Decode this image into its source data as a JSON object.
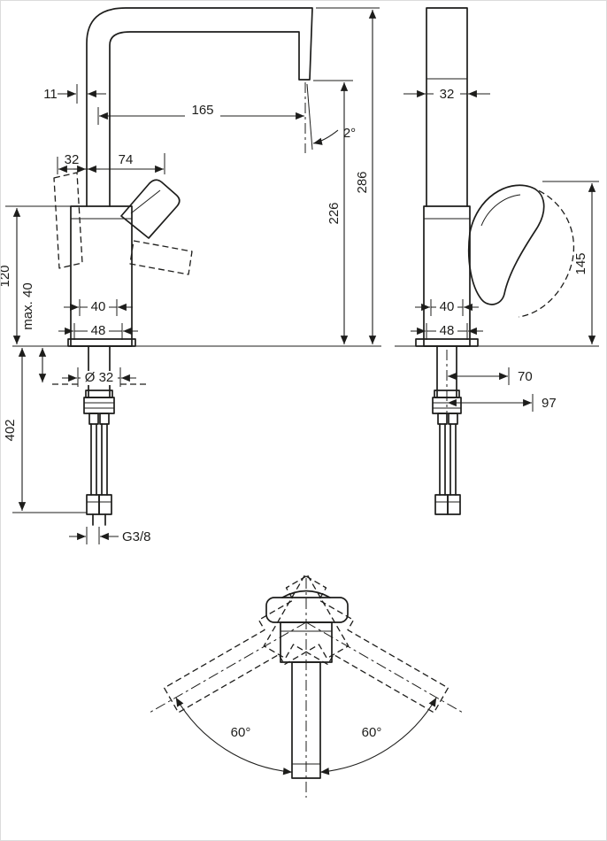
{
  "colors": {
    "line": "#1d1d1b",
    "background": "#ffffff",
    "border": "#dcdcdc"
  },
  "drawing": {
    "front_view": {
      "reach_offset": "11",
      "reach": "165",
      "outlet_angle": "2°",
      "total_height": "286",
      "outlet_height": "226",
      "handle_dim_a": "32",
      "handle_dim_b": "74",
      "body_height": "120",
      "max_deck": "max. 40",
      "width_top": "40",
      "width_base": "48",
      "hole_diameter": "Ø 32",
      "shank_length": "402",
      "thread": "G3/8"
    },
    "side_view": {
      "spout_width": "32",
      "handle_height": "145",
      "offset_a": "70",
      "offset_b": "97",
      "width_top": "40",
      "width_base": "48"
    },
    "top_view": {
      "swivel_left": "60°",
      "swivel_right": "60°"
    }
  }
}
